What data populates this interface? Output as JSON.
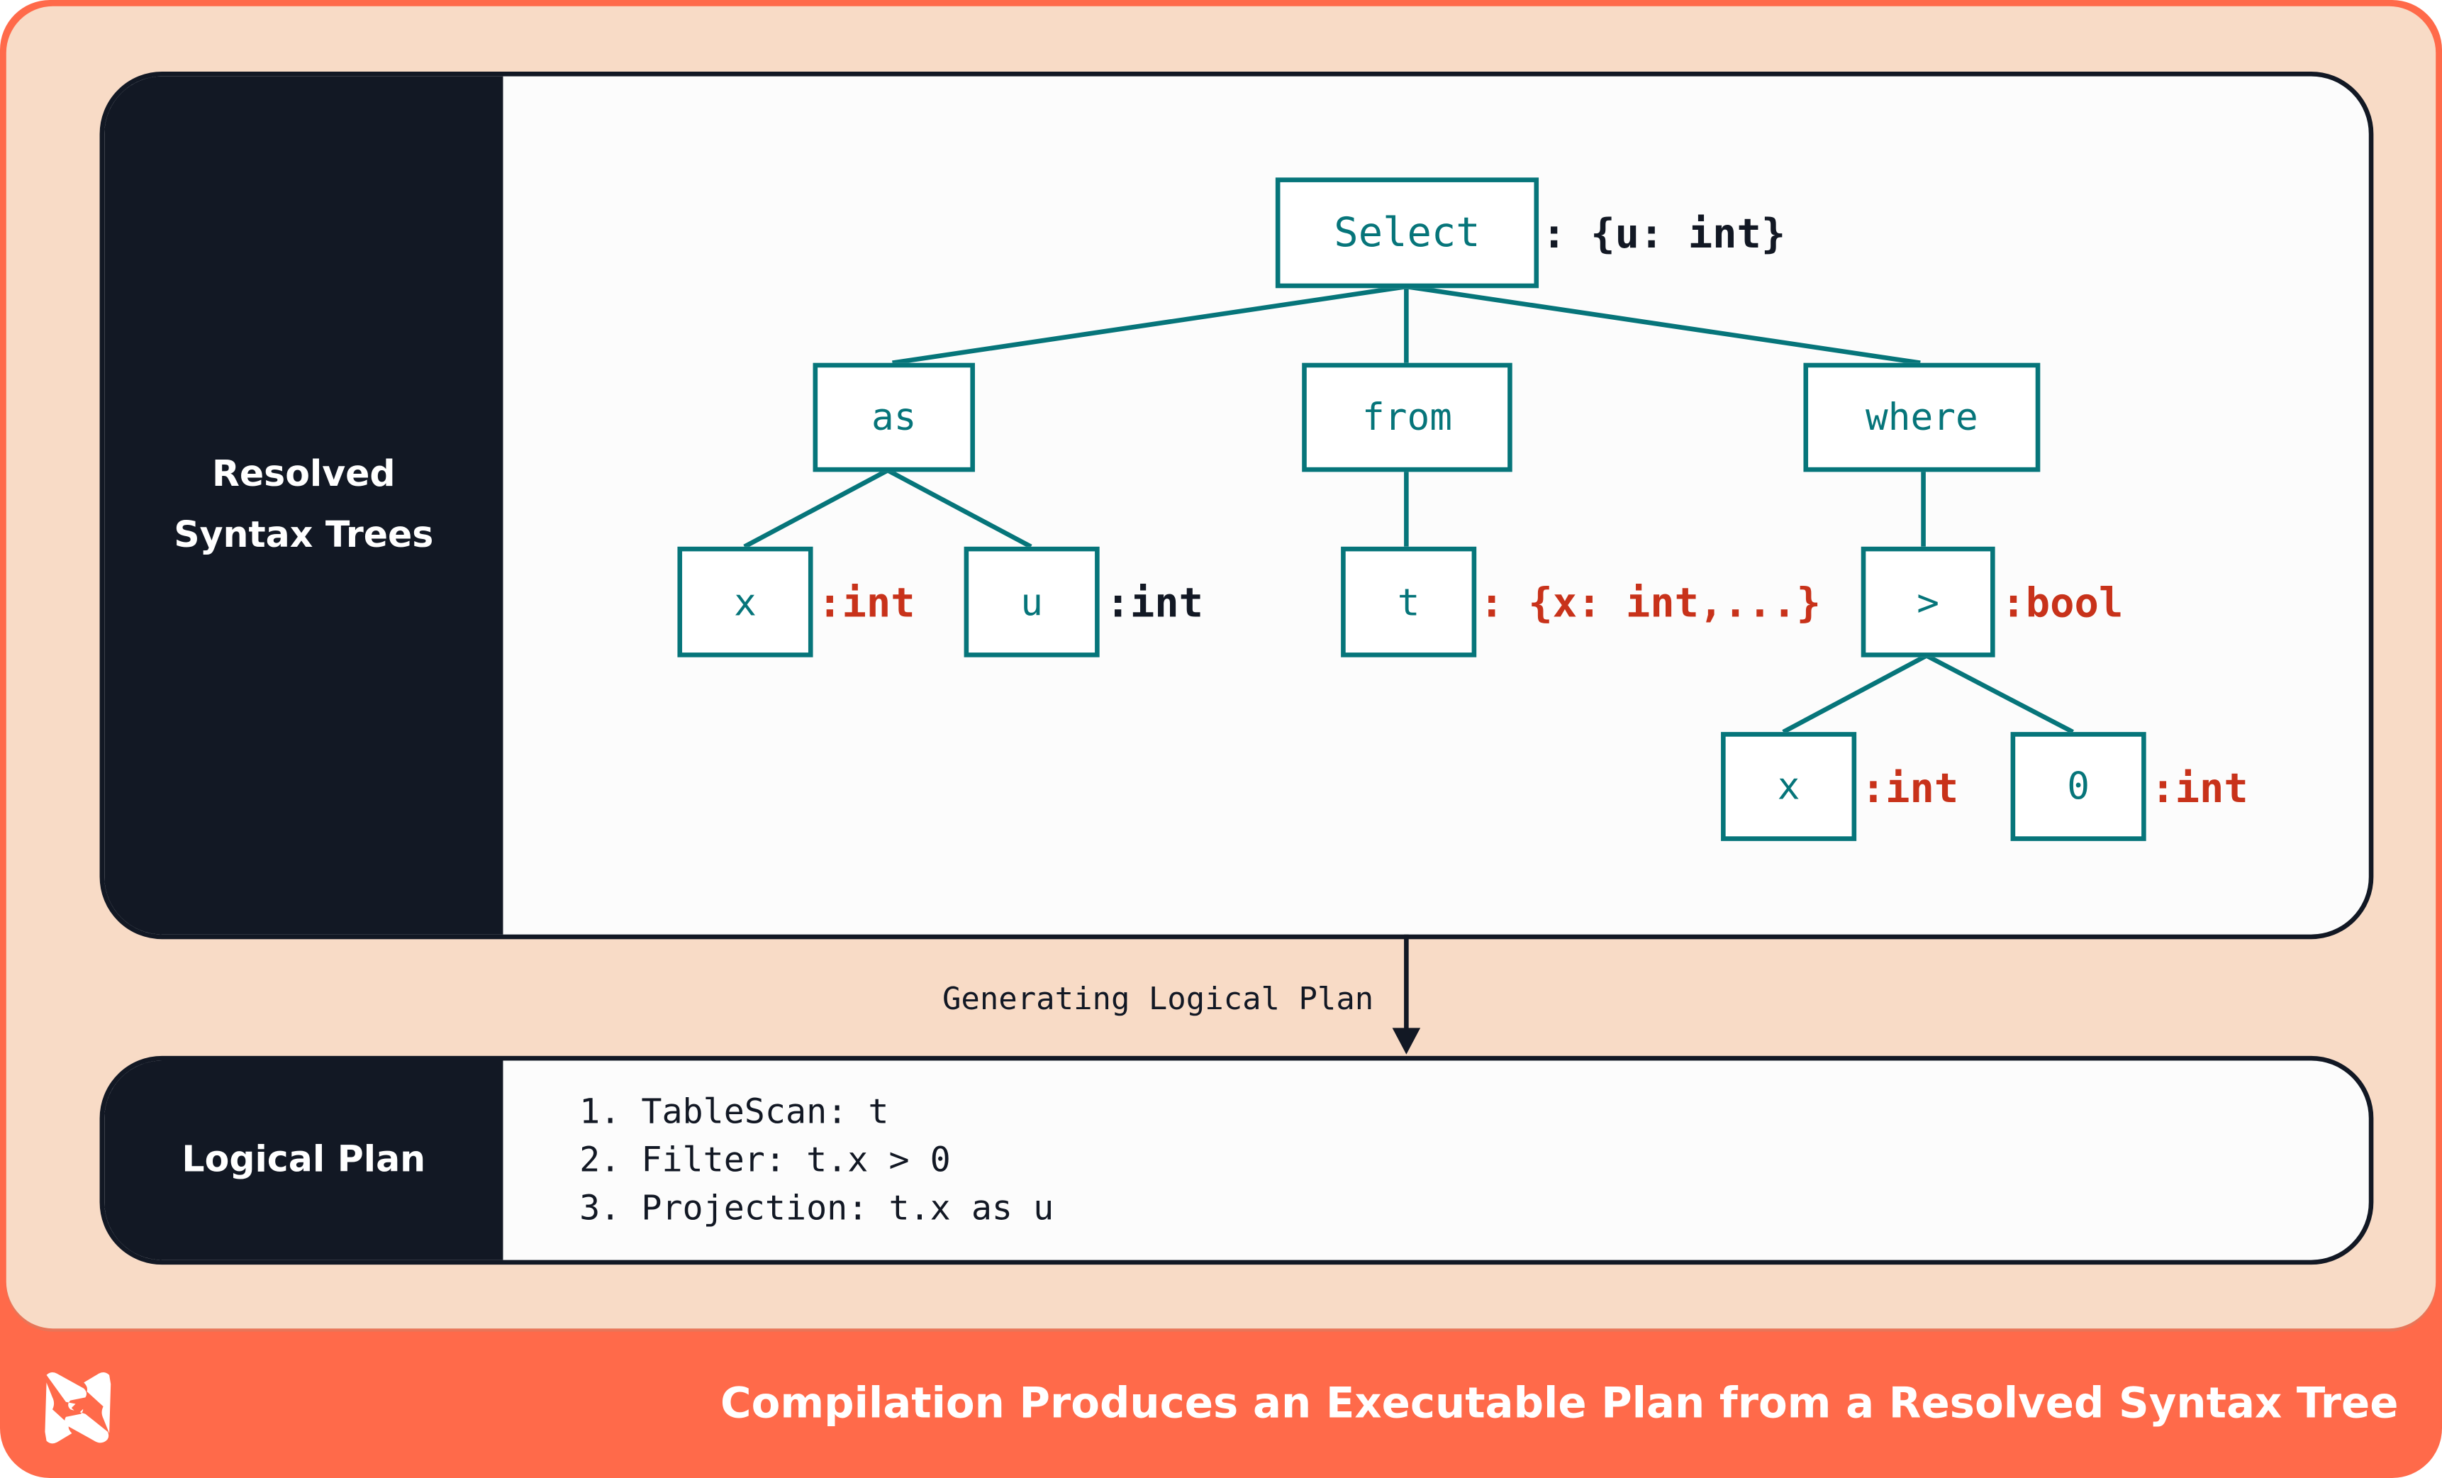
{
  "colors": {
    "accent": "#ff6a4a",
    "background": "#f8dbc6",
    "dark": "#121824",
    "node": "#06757a",
    "type_annotation": "#c8321a"
  },
  "top_panel": {
    "label_line1": "Resolved",
    "label_line2": "Syntax Trees"
  },
  "tree": {
    "select": {
      "label": "Select",
      "type": ": {u: int}"
    },
    "as": {
      "label": "as"
    },
    "from": {
      "label": "from"
    },
    "where": {
      "label": "where"
    },
    "x1": {
      "label": "x",
      "type": ":int"
    },
    "u": {
      "label": "u",
      "type": ":int"
    },
    "t": {
      "label": "t",
      "type": ": {x: int,...}"
    },
    "gt": {
      "label": ">",
      "type": ":bool"
    },
    "x2": {
      "label": "x",
      "type": ":int"
    },
    "zero": {
      "label": "0",
      "type": ":int"
    }
  },
  "arrow_label": "Generating Logical Plan",
  "bottom_panel": {
    "label": "Logical Plan",
    "steps": [
      "1. TableScan: t",
      "2. Filter: t.x > 0",
      "3. Projection: t.x as u"
    ]
  },
  "footer": {
    "title": "Compilation Produces an Executable Plan from a Resolved Syntax Tree",
    "logo": "dbt"
  }
}
